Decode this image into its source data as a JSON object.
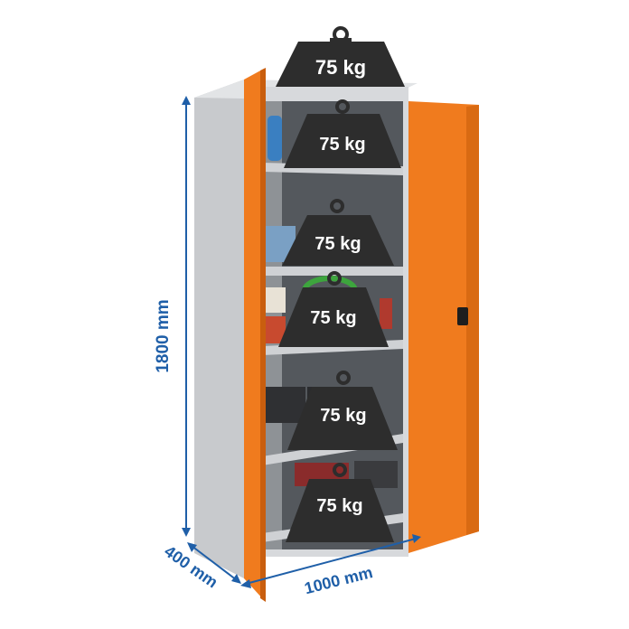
{
  "product": {
    "type": "two-door steel storage cabinet with shelves",
    "colors": {
      "door": "#f07b1e",
      "door_edge": "#c95e0e",
      "body": "#d7d9dc",
      "body_shadow": "#b9bcc0",
      "interior": "#4b4e52",
      "weight": "#2d2d2d",
      "dimension": "#1f5fa8"
    }
  },
  "weights": {
    "load_1": "75 kg",
    "load_2": "75 kg",
    "load_3": "75 kg",
    "load_4": "75 kg",
    "load_5": "75 kg",
    "load_6": "75 kg"
  },
  "dimensions": {
    "height": "1800 mm",
    "width": "1000 mm",
    "depth": "400 mm"
  }
}
